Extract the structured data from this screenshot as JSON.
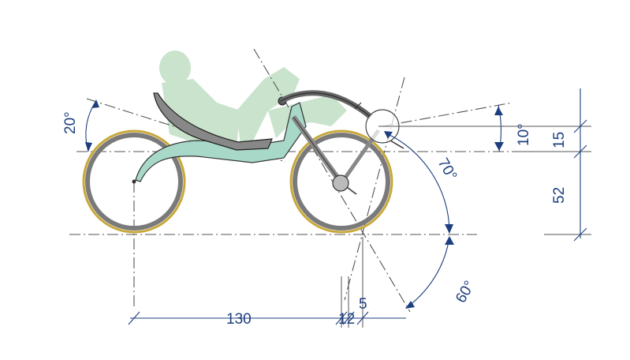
{
  "colors": {
    "dimension": "#1d3f80",
    "rider": "#c9e3cc",
    "frame": "#a8d8c8",
    "tire": "#7a7a7a",
    "rim": "#c8a83a"
  },
  "dimensions": {
    "seat_angle": "20°",
    "top_angle": "10°",
    "head_angle": "70°",
    "fork_angle": "60°",
    "height_small": "15",
    "height_large": "52",
    "wheelbase": "130",
    "trail_a": "12",
    "trail_b": "5"
  }
}
